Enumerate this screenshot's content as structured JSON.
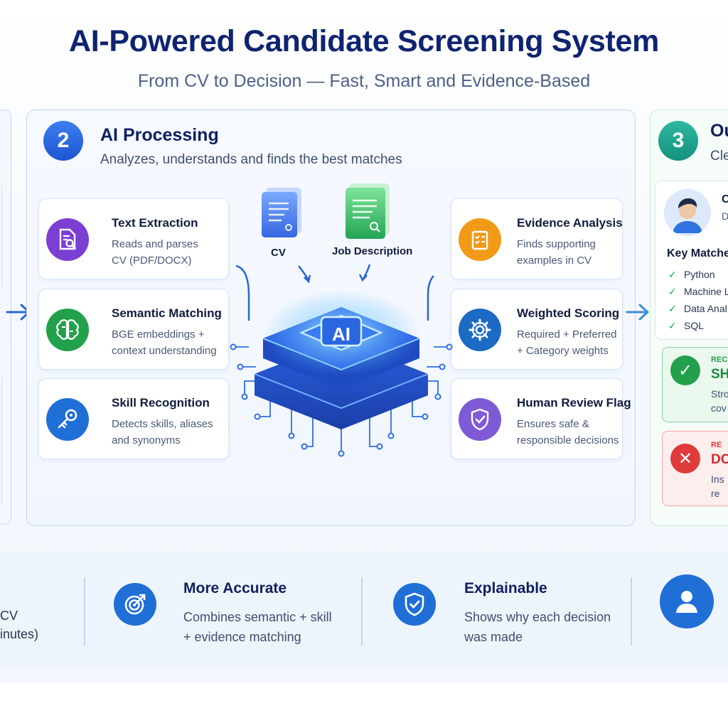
{
  "header": {
    "title": "AI-Powered Candidate Screening System",
    "subtitle": "From CV to Decision — Fast, Smart and Evidence-Based"
  },
  "processing": {
    "step_number": "2",
    "title": "AI Processing",
    "description": "Analyzes, understands and finds the best matches",
    "inputs": [
      {
        "label": "CV",
        "icon": "cv-document-icon"
      },
      {
        "label": "Job Description",
        "icon": "job-description-document-icon"
      }
    ],
    "chip_label": "AI",
    "left_cards": [
      {
        "title": "Text Extraction",
        "description": "Reads and parses\nCV (PDF/DOCX)",
        "icon": "document-search-icon",
        "color": "#7b3fd4"
      },
      {
        "title": "Semantic Matching",
        "description": "BGE embeddings +\ncontext understanding",
        "icon": "brain-icon",
        "color": "#22a04b"
      },
      {
        "title": "Skill Recognition",
        "description": "Detects skills, aliases\nand synonyms",
        "icon": "key-icon",
        "color": "#1f6fd6"
      }
    ],
    "right_cards": [
      {
        "title": "Evidence Analysis",
        "description": "Finds supporting\nexamples in CV",
        "icon": "checklist-icon",
        "color": "#f29a18"
      },
      {
        "title": "Weighted Scoring",
        "description": "Required + Preferred\n+ Category weights",
        "icon": "gear-icon",
        "color": "#1b6bc4"
      },
      {
        "title": "Human Review Flag",
        "description": "Ensures safe &\nresponsible decisions",
        "icon": "shield-check-icon",
        "color": "#7f5ad6"
      }
    ]
  },
  "output": {
    "step_number": "3",
    "title_fragment": "Ou",
    "description_fragment": "Cle",
    "candidate_name_fragment": "C",
    "candidate_sub_fragment": "D",
    "key_matches_title": "Key Matche",
    "key_matches": [
      "Python",
      "Machine L",
      "Data Anal",
      "SQL"
    ],
    "recommendations": [
      {
        "tag": "REC",
        "head": "SH",
        "lines": [
          "Stro",
          "cov"
        ],
        "icon": "check-circle-icon",
        "color": "#22a04b"
      },
      {
        "tag": "RE",
        "head": "DC",
        "lines": [
          "Ins",
          "re"
        ],
        "icon": "x-circle-icon",
        "color": "#e03a3a"
      }
    ]
  },
  "benefits": {
    "left_fragments": [
      "CV",
      "inutes)"
    ],
    "items": [
      {
        "title": "More Accurate",
        "description": "Combines semantic + skill\n+ evidence matching",
        "icon": "target-icon"
      },
      {
        "title": "Explainable",
        "description": "Shows why each decision\nwas made",
        "icon": "shield-check-icon"
      },
      {
        "title": "",
        "description": "",
        "icon": "person-icon"
      }
    ]
  },
  "colors": {
    "title": "#0f2470",
    "step2": "#1f5fd6",
    "step3": "#1a9e8a",
    "accent_blue": "#1f6fd6"
  }
}
